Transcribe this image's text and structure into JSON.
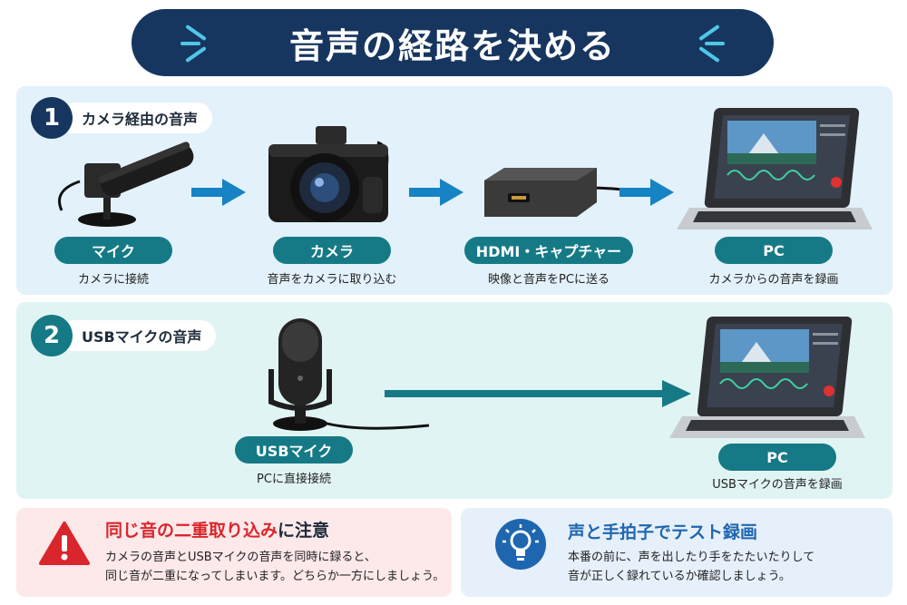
{
  "title": "音声の経路を決める",
  "section1": {
    "number": "1",
    "heading": "カメラ経由の音声",
    "items": [
      {
        "label": "マイク",
        "caption": "カメラに接続"
      },
      {
        "label": "カメラ",
        "caption": "音声をカメラに取り込む"
      },
      {
        "label": "HDMI・キャプチャー",
        "caption": "映像と音声をPCに送る"
      },
      {
        "label": "PC",
        "caption": "カメラからの音声を録画"
      }
    ]
  },
  "section2": {
    "number": "2",
    "heading": "USBマイクの音声",
    "items": [
      {
        "label": "USBマイク",
        "caption": "PCに直接接続"
      },
      {
        "label": "PC",
        "caption": "USBマイクの音声を録画"
      }
    ]
  },
  "warning": {
    "title_part1": "同じ音の二重取り込み",
    "title_part2": "に注意",
    "line1": "カメラの音声とUSBマイクの音声を同時に録ると、",
    "line2": "同じ音が二重になってしまいます。どちらか一方にしましょう。"
  },
  "tip": {
    "title": "声と手拍子でテスト録画",
    "line1": "本番の前に、声を出したり手をたたいたりして",
    "line2": "音が正しく録れているか確認しましょう。"
  },
  "colors": {
    "navy": "#17365f",
    "teal": "#157a86",
    "arrow_blue": "#1583c4",
    "warn_red": "#d9262c",
    "tip_blue": "#1e66b0"
  },
  "icons": {
    "warning": "warning-triangle-icon",
    "tip": "lightbulb-icon",
    "recording": "record-dot-icon"
  }
}
